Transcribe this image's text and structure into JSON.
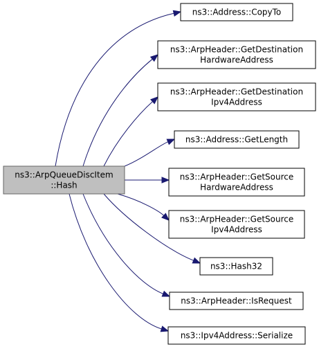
{
  "graph": {
    "edge_color": "#191970",
    "root_fill": "#bfbfbf",
    "root_stroke": "#666666",
    "root": {
      "lines": [
        "ns3::ArpQueueDiscItem",
        "::Hash"
      ]
    },
    "callees": [
      {
        "lines": [
          "ns3::Address::CopyTo"
        ]
      },
      {
        "lines": [
          "ns3::ArpHeader::GetDestination",
          "HardwareAddress"
        ]
      },
      {
        "lines": [
          "ns3::ArpHeader::GetDestination",
          "Ipv4Address"
        ]
      },
      {
        "lines": [
          "ns3::Address::GetLength"
        ]
      },
      {
        "lines": [
          "ns3::ArpHeader::GetSource",
          "HardwareAddress"
        ]
      },
      {
        "lines": [
          "ns3::ArpHeader::GetSource",
          "Ipv4Address"
        ]
      },
      {
        "lines": [
          "ns3::Hash32"
        ]
      },
      {
        "lines": [
          "ns3::ArpHeader::IsRequest"
        ]
      },
      {
        "lines": [
          "ns3::Ipv4Address::Serialize"
        ]
      }
    ]
  }
}
